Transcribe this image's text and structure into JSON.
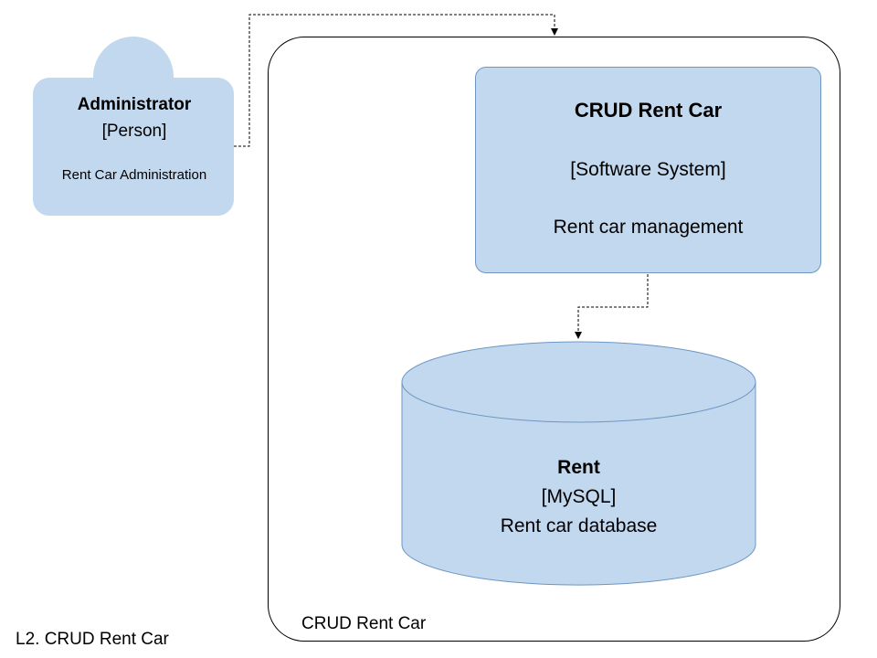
{
  "diagram": {
    "caption": "L2. CRUD Rent Car",
    "colors": {
      "fill": "#c2d8ee",
      "stroke": "#6d96c4",
      "line": "#000000"
    }
  },
  "person": {
    "name": "Administrator",
    "kind": "[Person]",
    "description": "Rent Car Administration"
  },
  "boundary": {
    "label": "CRUD Rent Car"
  },
  "software_system": {
    "name": "CRUD Rent Car",
    "kind": "[Software System]",
    "description": "Rent car management"
  },
  "database": {
    "name": "Rent",
    "kind": "[MySQL]",
    "description": "Rent car database"
  }
}
